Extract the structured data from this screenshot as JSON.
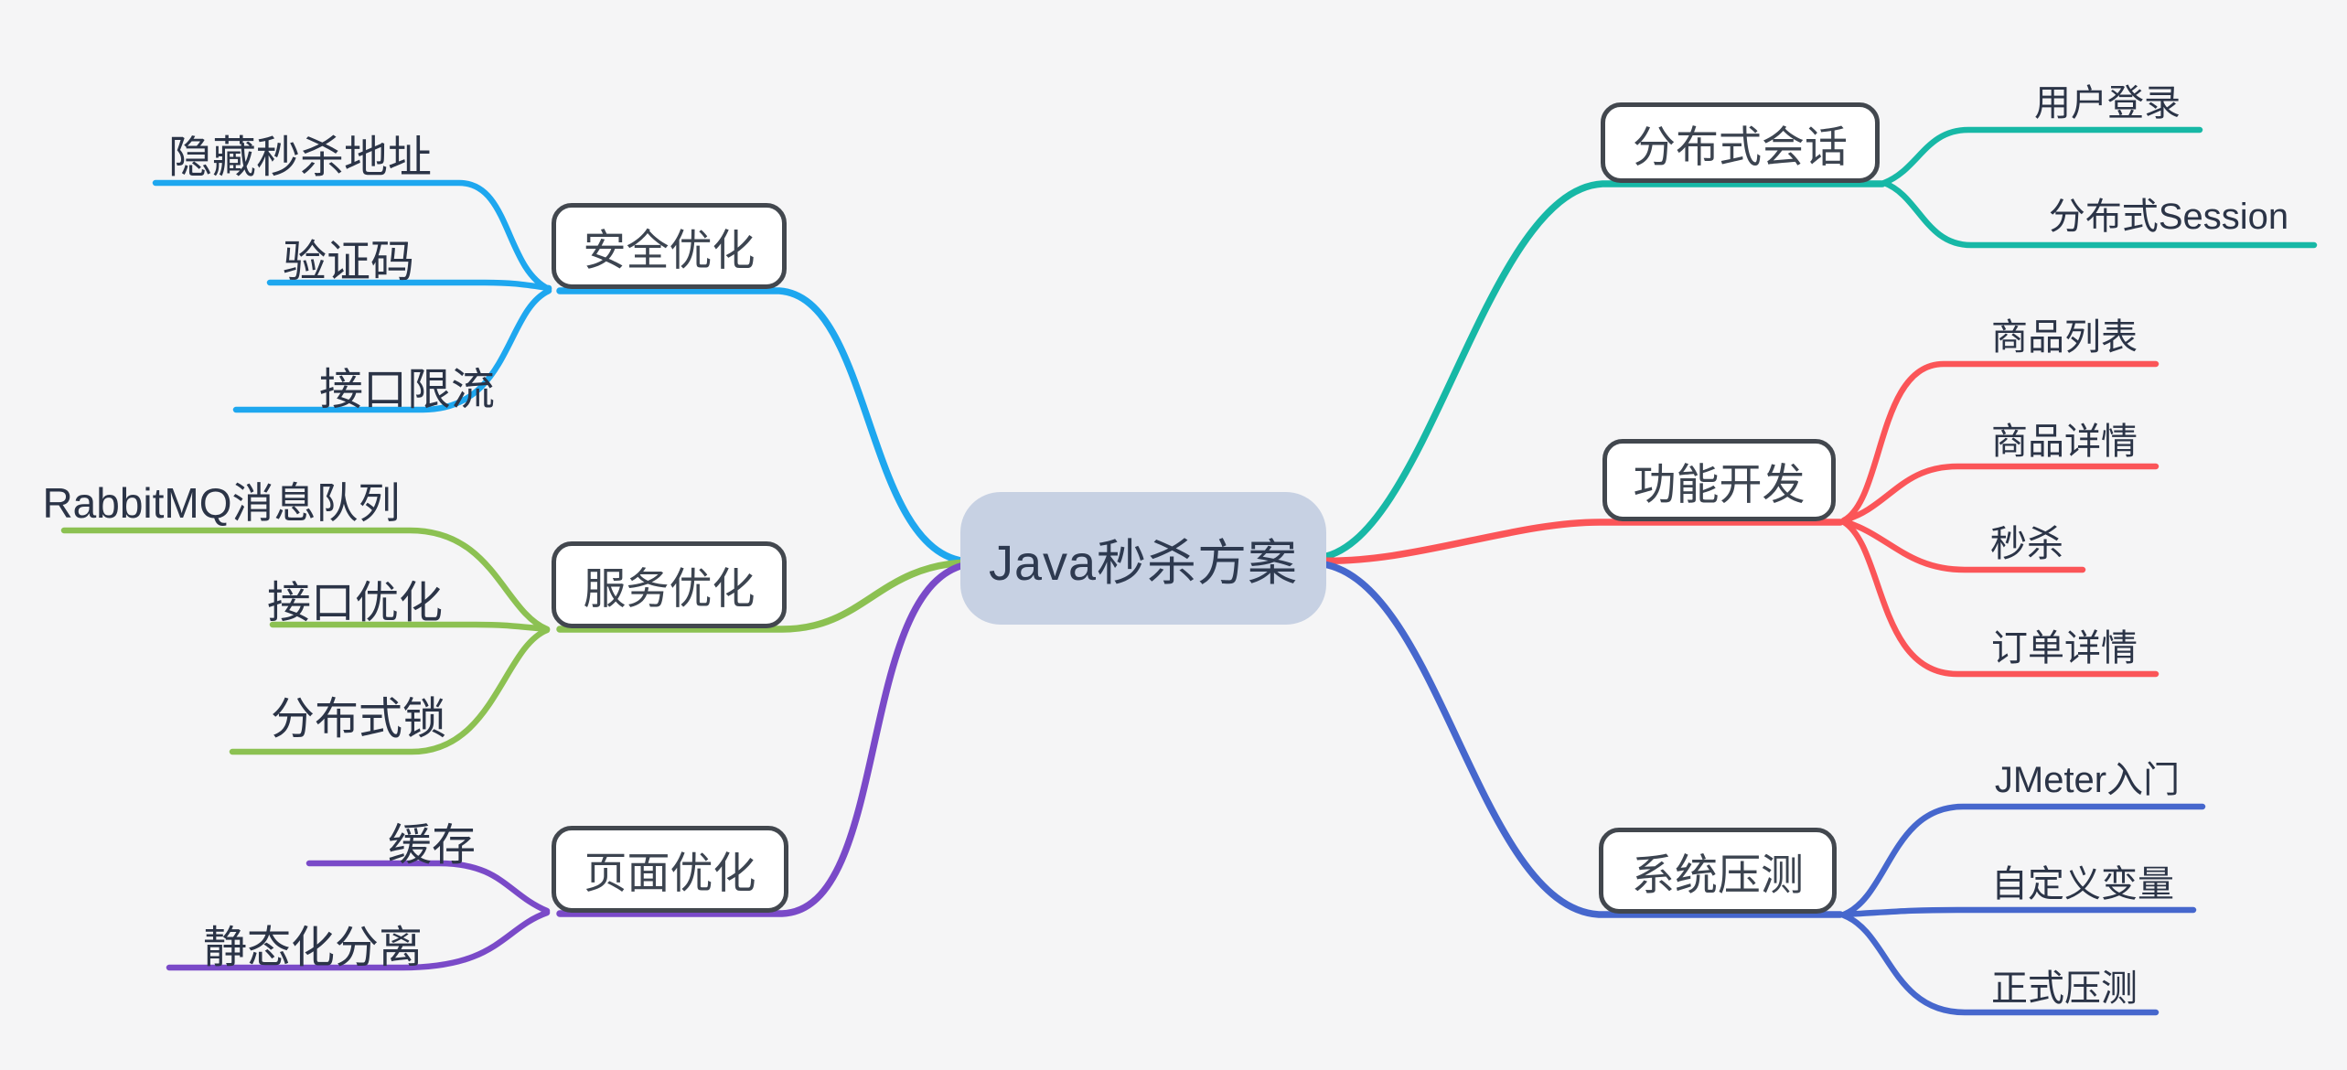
{
  "canvas": {
    "background": "#f5f5f6",
    "box_border_color": "#42474e",
    "text_color": "#2b3447"
  },
  "root": {
    "label": "Java秒杀方案",
    "fill": "#c7d1e3",
    "text_color": "#2e3a50"
  },
  "branches": [
    {
      "id": "security-optimization",
      "label": "安全优化",
      "color": "#1ea7ef",
      "children": [
        "隐藏秒杀地址",
        "验证码",
        "接口限流"
      ]
    },
    {
      "id": "service-optimization",
      "label": "服务优化",
      "color": "#8cc152",
      "children": [
        "RabbitMQ消息队列",
        "接口优化",
        "分布式锁"
      ]
    },
    {
      "id": "page-optimization",
      "label": "页面优化",
      "color": "#7a4ac8",
      "children": [
        "缓存",
        "静态化分离"
      ]
    },
    {
      "id": "distributed-session",
      "label": "分布式会话",
      "color": "#17b8a6",
      "children": [
        "用户登录",
        "分布式Session"
      ]
    },
    {
      "id": "feature-development",
      "label": "功能开发",
      "color": "#fb5558",
      "children": [
        "商品列表",
        "商品详情",
        "秒杀",
        "订单详情"
      ]
    },
    {
      "id": "system-stress-test",
      "label": "系统压测",
      "color": "#4667cd",
      "children": [
        "JMeter入门",
        "自定义变量",
        "正式压测"
      ]
    }
  ]
}
